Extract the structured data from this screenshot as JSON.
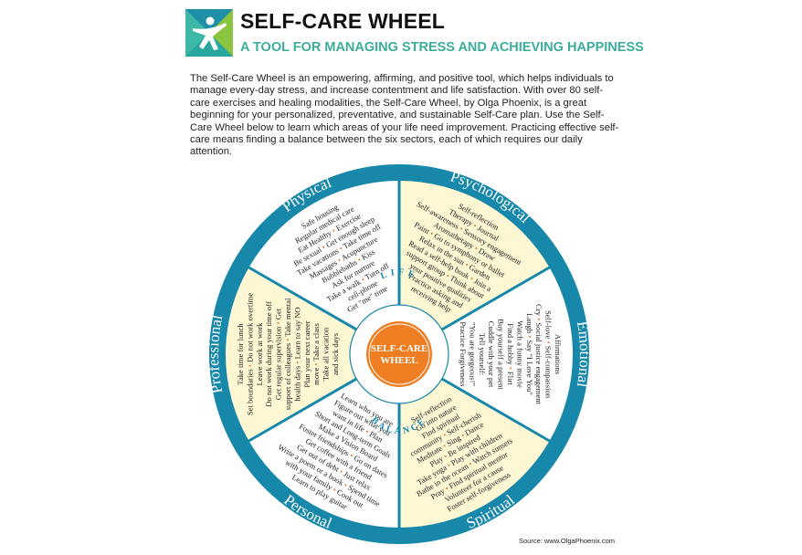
{
  "header": {
    "title": "SELF-CARE WHEEL",
    "subtitle": "A TOOL FOR MANAGING STRESS AND ACHIEVING HAPPINESS",
    "logo_icon": "person-figure-logo-icon"
  },
  "intro": "The Self-Care Wheel is an empowering, affirming, and positive tool, which helps individuals to manage every-day stress, and increase contentment and life satisfaction. With over 80 self-care exercises and healing modalities, the Self-Care Wheel, by Olga Phoenix, is a great beginning for your personalized, preventative, and sustainable Self-Care plan. Use the Self-Care Wheel below to learn which areas of your life need improvement. Practicing effective self-care means finding a balance between the six sectors, each of which requires our daily attention.",
  "wheel": {
    "center_line1": "SELF-CARE",
    "center_line2": "WHEEL",
    "ring_top": "LIFE",
    "ring_bottom": "BALANCE",
    "sectors": [
      {
        "name": "Physical",
        "lines": [
          "Safe housing",
          "Regular medical care",
          "Eat Healthy • Exercise",
          "Be sexual • Get enough sleep",
          "Take vacations • Take time off",
          "Massages • Acupuncture",
          "Bubblebaths • Kiss",
          "Ask for nurture",
          "Take a walk • Turn off",
          "cell-phone",
          "Get \"me\" time"
        ]
      },
      {
        "name": "Psychological",
        "lines": [
          "Self-reflection",
          "Therapy • Journal",
          "Self-awareness • Sensory engagement",
          "Aromatherapy • Draw",
          "Paint • Go to symphony or ballet",
          "Relax in the sun • Garden",
          "Read a self-help book • Join a",
          "support group • Think about",
          "your positive qualities",
          "Practice asking and",
          "receiving help"
        ]
      },
      {
        "name": "Emotional",
        "lines": [
          "Affirmations",
          "Self-love • Self-compassion",
          "Cry • Social justice engagement",
          "Laugh • Say \"I Love You\"",
          "Watch a funny movie",
          "Find a hobby • Flirt",
          "Buy yourself a present",
          "Cuddle with your pet",
          "Tell yourself:",
          "\"You are gorgeous!\"",
          "Practice Forgiveness"
        ]
      },
      {
        "name": "Spiritual",
        "lines": [
          "Self-reflection",
          "Go into nature",
          "Find spiritual",
          "community • Self-cherish",
          "Meditate • Sing • Dance",
          "Play • Be inspired",
          "Take yoga • Play with children",
          "Bathe in the ocean • Watch sunsets",
          "Pray • Find spiritual mentor",
          "Volunteer for a cause",
          "Foster self-forgiveness"
        ]
      },
      {
        "name": "Personal",
        "lines": [
          "Learn who you are",
          "Figure out what you",
          "want in life • Plan",
          "Short and Long-term Goals",
          "Make a Vision Board",
          "Foster friendships • Go on dates",
          "Get coffee with a friend",
          "Get out of debt • Just relax",
          "Write a poem or a book • Spend time",
          "with your family • Cook out",
          "Learn to play guitar"
        ]
      },
      {
        "name": "Professional",
        "lines": [
          "Take time for lunch",
          "Set boundaries • Do not work overtime",
          "Leave work at work",
          "Do not work during your time off",
          "Get regular supervision • Get",
          "support of colleagues • Take mental",
          "health days • Learn to say NO",
          "Plan your next career",
          "move • Take a class",
          "Take all vacation",
          "and sick days"
        ]
      }
    ]
  },
  "source": "Source: www.OlgaPhoenix.com",
  "colors": {
    "ring": "#1787aa",
    "sector_fill": "#fdf7d4",
    "sector_white": "#ffffff",
    "center": "#ef7d22",
    "accent": "#3cad9a",
    "bullet": "#e8762c"
  }
}
